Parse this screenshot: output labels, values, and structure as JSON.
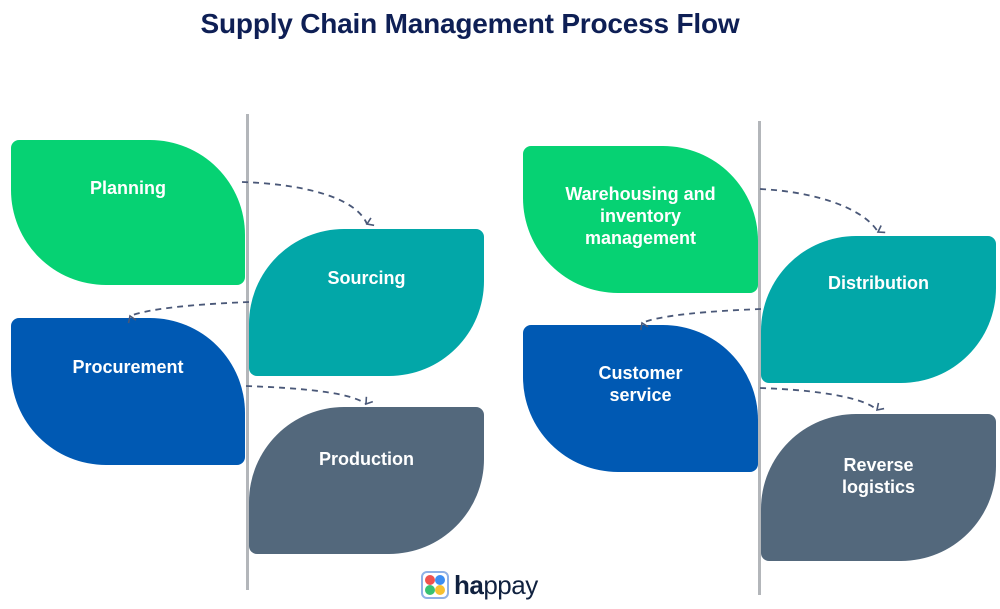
{
  "title": "Supply Chain Management Process Flow",
  "colors": {
    "title": "#0e1f55",
    "planning_stage": "#06d273",
    "sourcing_stage": "#02a7a8",
    "procurement_stage": "#0059b3",
    "production_stage": "#53687c",
    "divider": "#b3b6ba",
    "arrow": "#4a5878"
  },
  "left_flow": {
    "steps": [
      {
        "label": "Planning"
      },
      {
        "label": "Sourcing"
      },
      {
        "label": "Procurement"
      },
      {
        "label": "Production"
      }
    ]
  },
  "right_flow": {
    "steps": [
      {
        "label_lines": [
          "Warehousing and",
          "inventory",
          "management"
        ]
      },
      {
        "label": "Distribution"
      },
      {
        "label_lines": [
          "Customer",
          "service"
        ]
      },
      {
        "label_lines": [
          "Reverse",
          "logistics"
        ]
      }
    ]
  },
  "connectors": [
    {
      "from": "Planning",
      "to": "Sourcing"
    },
    {
      "from": "Sourcing",
      "to": "Procurement"
    },
    {
      "from": "Procurement",
      "to": "Production"
    },
    {
      "from": "Warehousing and inventory management",
      "to": "Distribution"
    },
    {
      "from": "Distribution",
      "to": "Customer service"
    },
    {
      "from": "Customer service",
      "to": "Reverse logistics"
    }
  ],
  "logo": {
    "name_bold": "ha",
    "name_light": "ppay",
    "icon": "happay-logo-icon"
  }
}
